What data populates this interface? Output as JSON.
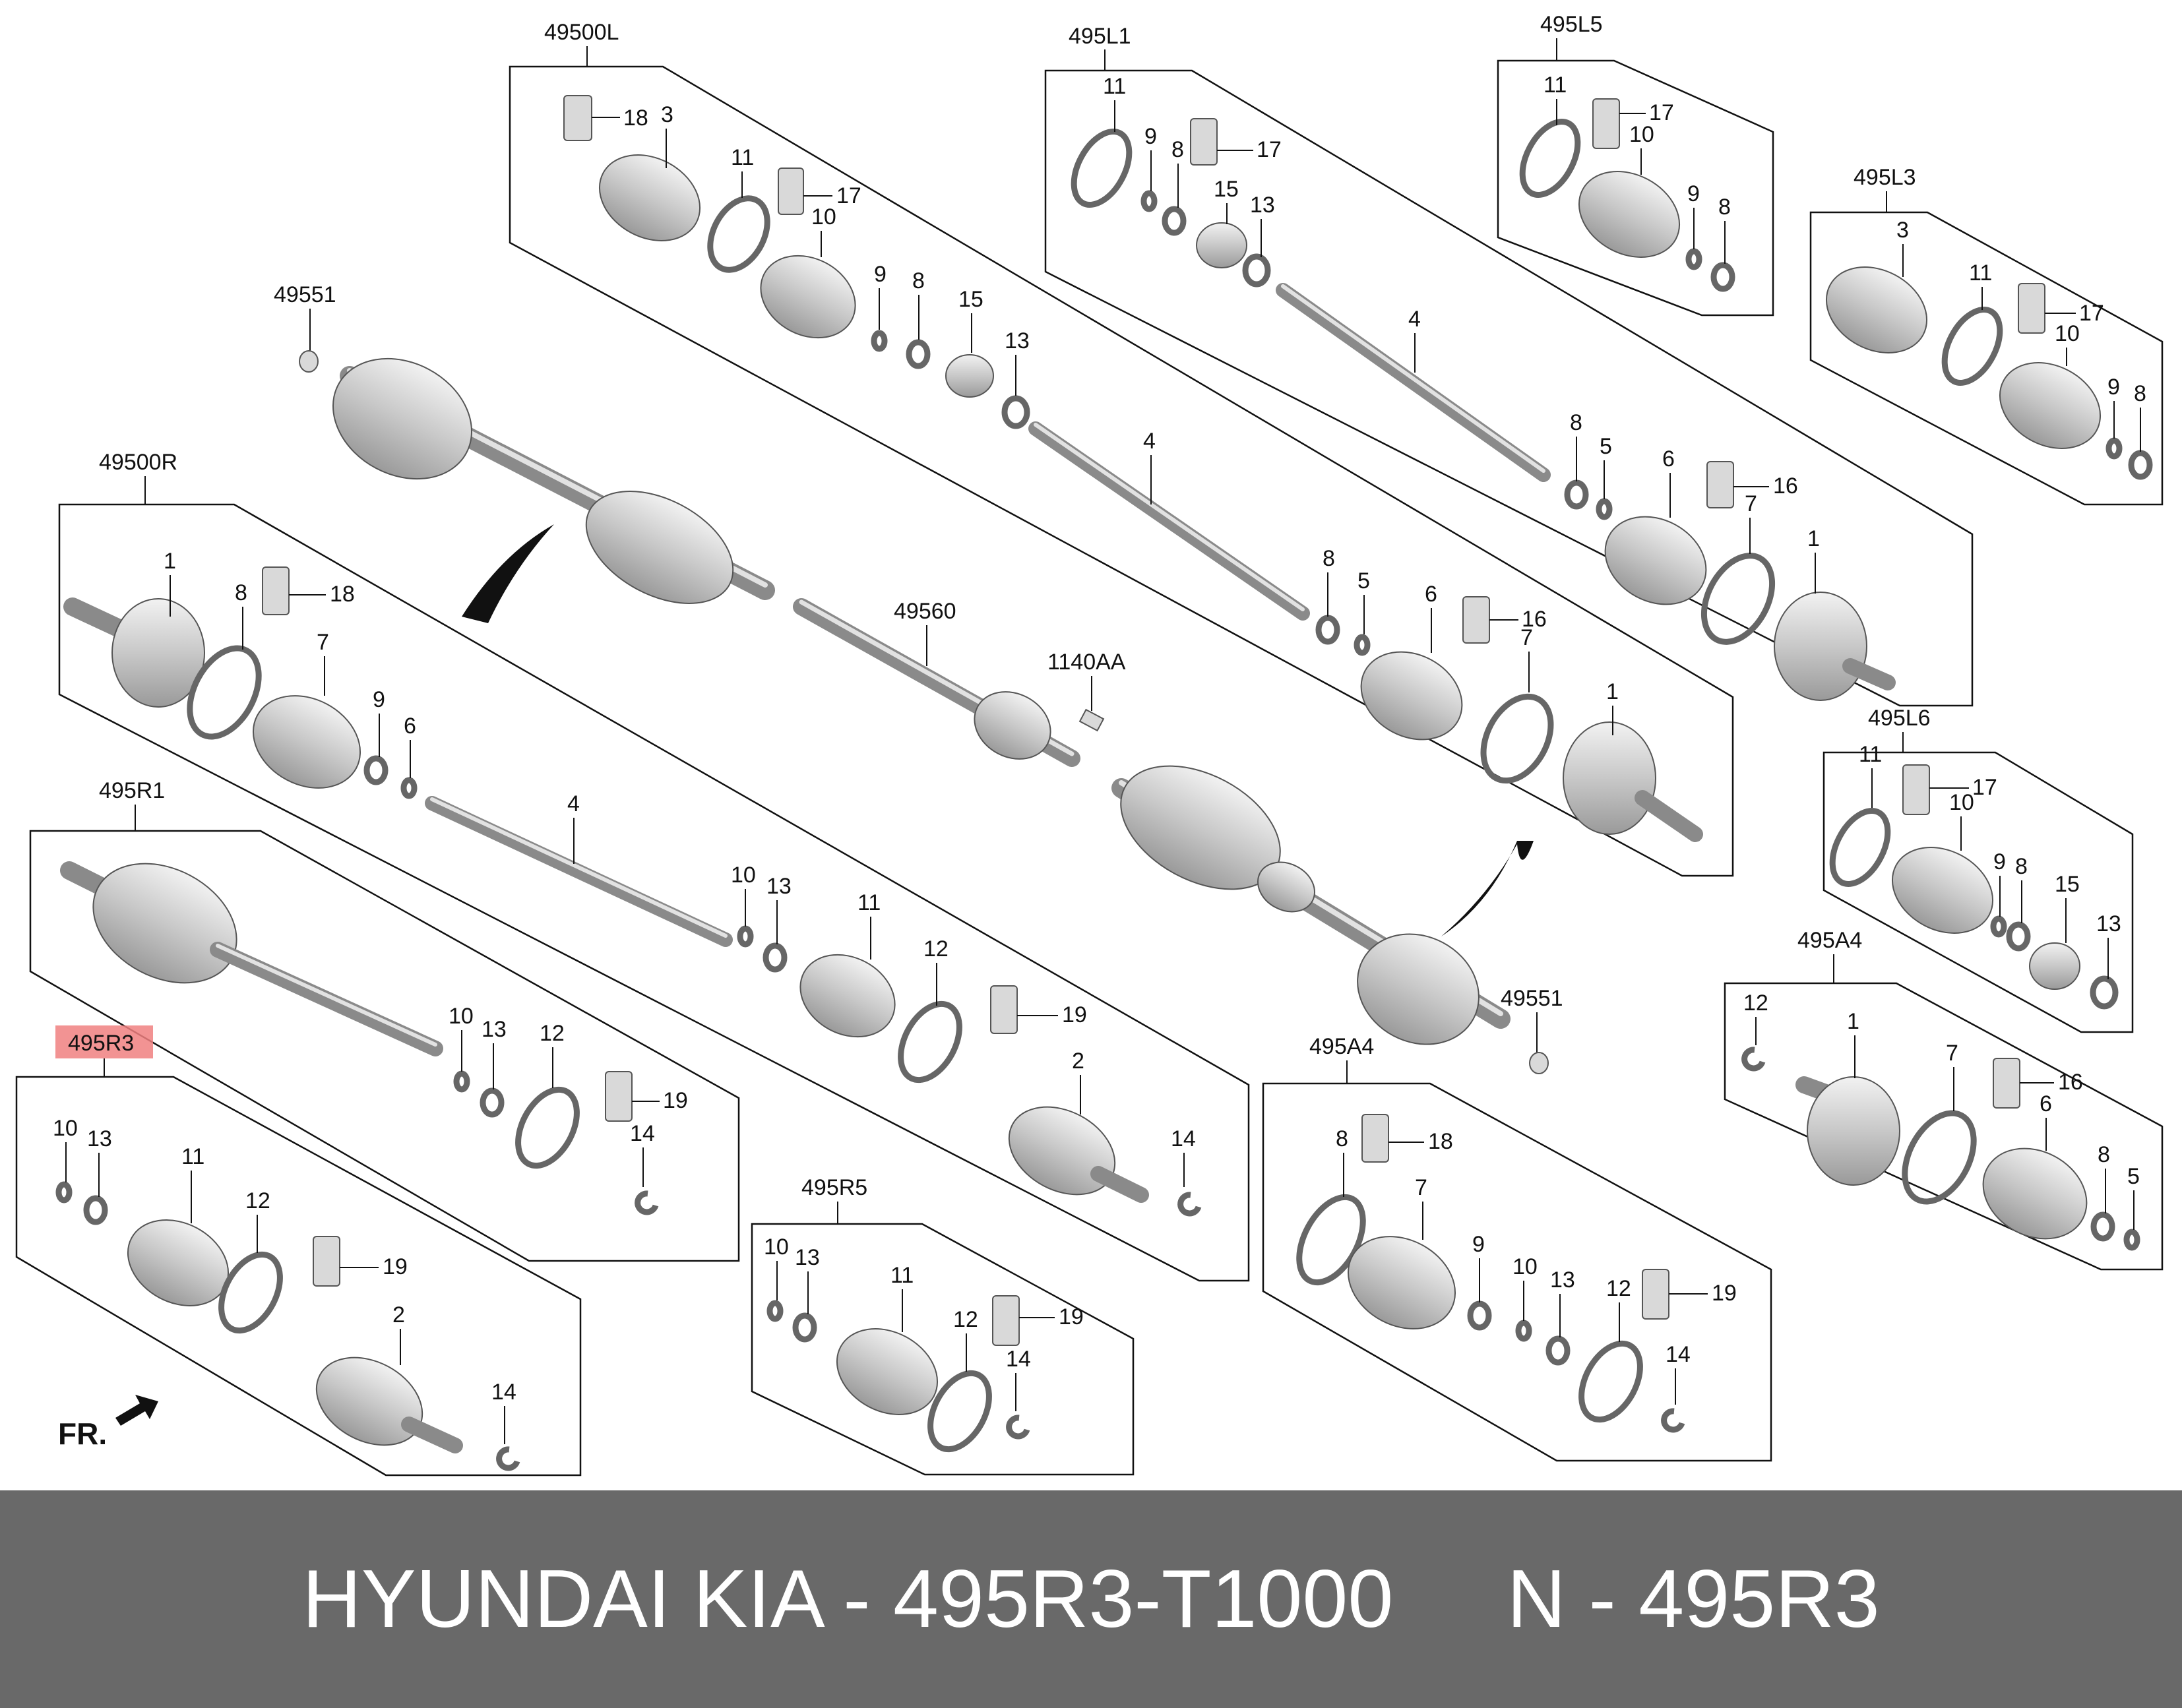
{
  "colors": {
    "footer_bg": "#696969",
    "footer_text": "#ffffff",
    "highlight": "#f08080",
    "ink": "#111111",
    "part_fill": "#d9d9d9"
  },
  "footer": {
    "title": "HYUNDAI KIA - 495R3-T1000     N - 495R3"
  },
  "groups": {
    "g49500L": "49500L",
    "g495L1": "495L1",
    "g495L5": "495L5",
    "g495L3": "495L3",
    "g49500R": "49500R",
    "g495R1": "495R1",
    "g495R3": "495R3",
    "g495R5": "495R5",
    "g495A4a": "495A4",
    "g495A4b": "495A4",
    "g495L6": "495L6",
    "g49551a": "49551",
    "g49551b": "49551",
    "g49560": "49560",
    "g1140AA": "1140AA"
  },
  "callouts": {
    "L_18": "18",
    "L_3": "3",
    "L_11": "11",
    "L_17": "17",
    "L_10": "10",
    "L_9": "9",
    "L_8": "8",
    "L_15": "15",
    "L_13": "13",
    "L1_11": "11",
    "L1_9": "9",
    "L1_8": "8",
    "L1_17": "17",
    "L1_15": "15",
    "L1_13": "13",
    "L1_4": "4",
    "L1_8b": "8",
    "L1_5": "5",
    "L1_6": "6",
    "L1_16": "16",
    "L1_7": "7",
    "L1_1": "1",
    "M_4": "4",
    "M_8": "8",
    "M_5": "5",
    "M_6": "6",
    "M_16": "16",
    "M_7": "7",
    "M_1": "1",
    "L5_11": "11",
    "L5_17": "17",
    "L5_10": "10",
    "L5_9": "9",
    "L5_8": "8",
    "L3_3": "3",
    "L3_11": "11",
    "L3_17": "17",
    "L3_10": "10",
    "L3_9": "9",
    "L3_8": "8",
    "R_1": "1",
    "R_8": "8",
    "R_18": "18",
    "R_7": "7",
    "R_9": "9",
    "R_6": "6",
    "R_4": "4",
    "R_10": "10",
    "R_13": "13",
    "R_11": "11",
    "R_12": "12",
    "R_19": "19",
    "R_2": "2",
    "R_14": "14",
    "R1_10": "10",
    "R1_13": "13",
    "R1_12": "12",
    "R1_19": "19",
    "R1_14": "14",
    "R3_10": "10",
    "R3_13": "13",
    "R3_11": "11",
    "R3_12": "12",
    "R3_19": "19",
    "R3_2": "2",
    "R3_14": "14",
    "R5_10": "10",
    "R5_13": "13",
    "R5_11": "11",
    "R5_12": "12",
    "R5_19": "19",
    "R5_14": "14",
    "A4_8": "8",
    "A4_18": "18",
    "A4_7": "7",
    "A4_9": "9",
    "A4_10": "10",
    "A4_13": "13",
    "A4_12": "12",
    "A4_19": "19",
    "A4_14": "14",
    "L6_11": "11",
    "L6_17": "17",
    "L6_10": "10",
    "L6_9": "9",
    "L6_8": "8",
    "L6_15": "15",
    "L6_13": "13",
    "A4b_12": "12",
    "A4b_1": "1",
    "A4b_7": "7",
    "A4b_16": "16",
    "A4b_6": "6",
    "A4b_8": "8",
    "A4b_5": "5"
  },
  "front_marker": {
    "label": "FR.",
    "icon": "front-arrow-icon"
  }
}
